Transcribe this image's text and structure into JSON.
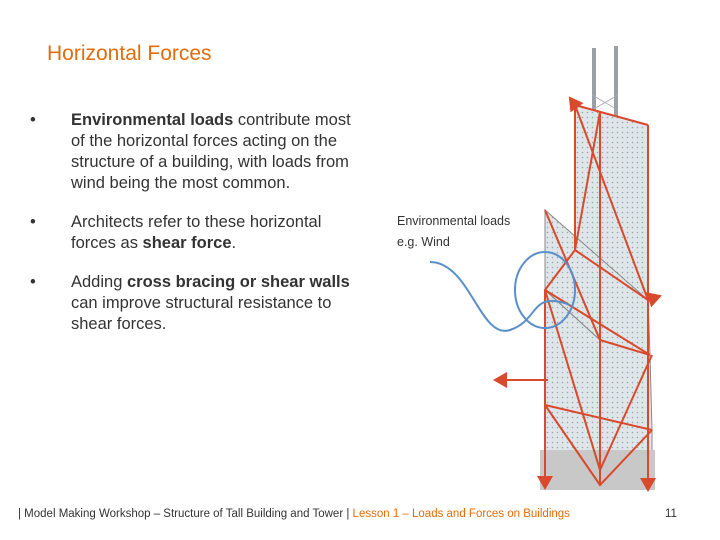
{
  "slide": {
    "title": "Horizontal Forces",
    "bullets": [
      {
        "marker": "•",
        "parts": [
          {
            "text": "Environmental loads",
            "bold": true
          },
          {
            "text": " contribute most of the horizontal forces acting on the structure of a building, with loads from wind being the most common.",
            "bold": false
          }
        ]
      },
      {
        "marker": "•",
        "parts": [
          {
            "text": "Architects refer to these horizontal forces as ",
            "bold": false
          },
          {
            "text": "shear force",
            "bold": true
          },
          {
            "text": ".",
            "bold": false
          }
        ]
      },
      {
        "marker": "•",
        "parts": [
          {
            "text": "Adding ",
            "bold": false
          },
          {
            "text": "cross bracing or shear walls",
            "bold": true
          },
          {
            "text": " can improve structural resistance to shear forces.",
            "bold": false
          }
        ]
      }
    ],
    "figure": {
      "label_line1": "Environmental loads",
      "label_line2": "e.g. Wind"
    },
    "footer": {
      "left": "| Model Making Workshop – Structure of Tall Building and Tower | ",
      "right": "Lesson 1 – Loads and Forces on Buildings",
      "page_number": "11"
    },
    "colors": {
      "accent": "#e36c0a",
      "brace": "#d9492b",
      "wind": "#5b8fc9"
    }
  }
}
